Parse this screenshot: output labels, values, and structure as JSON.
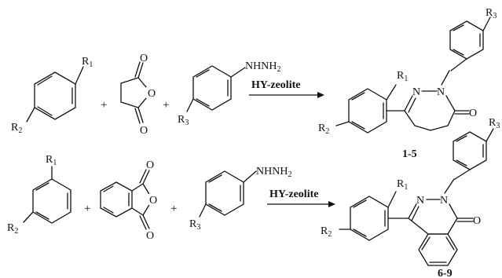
{
  "row1": {
    "benzene": {
      "r1": "R",
      "r1_sub": "1",
      "r2": "R",
      "r2_sub": "2"
    },
    "plus": "+",
    "succinic_anhydride": {
      "o_top": "O",
      "o_ring": "O",
      "o_bottom": "O"
    },
    "hydrazine": {
      "nhnh": "NHNH",
      "nhnh_sub": "2",
      "r3": "R",
      "r3_sub": "3"
    },
    "catalyst": "HY-zeolite",
    "product": {
      "r1": "R",
      "r1_sub": "1",
      "r2": "R",
      "r2_sub": "2",
      "r3": "R",
      "r3_sub": "3",
      "n1": "N",
      "n2": "N",
      "o": "O",
      "label": "1-5"
    }
  },
  "row2": {
    "benzene": {
      "r1": "R",
      "r1_sub": "1",
      "r2": "R",
      "r2_sub": "2"
    },
    "plus": "+",
    "phthalic_anhydride": {
      "o_top": "O",
      "o_ring": "O",
      "o_bottom": "O"
    },
    "hydrazine": {
      "nhnh": "NHNH",
      "nhnh_sub": "2",
      "r3": "R",
      "r3_sub": "3"
    },
    "catalyst": "HY-zeolite",
    "product": {
      "r1": "R",
      "r1_sub": "1",
      "r2": "R",
      "r2_sub": "2",
      "r3": "R",
      "r3_sub": "3",
      "n1": "N",
      "n2": "N",
      "o": "O",
      "label": "6-9"
    }
  }
}
